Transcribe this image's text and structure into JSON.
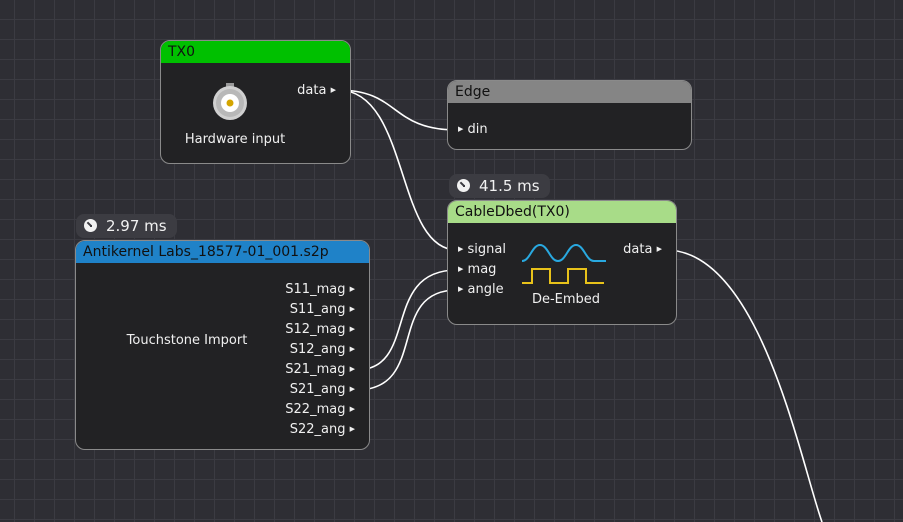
{
  "nodes": {
    "tx0": {
      "title": "TX0",
      "title_color": "#00c000",
      "output": "data",
      "caption": "Hardware input",
      "icon": "bnc-connector-icon"
    },
    "edge": {
      "title": "Edge",
      "title_color": "#858585",
      "input": "din"
    },
    "cabledbed": {
      "title": "CableDbed(TX0)",
      "title_color": "#a8dc88",
      "timer": "41.5 ms",
      "inputs": [
        "signal",
        "mag",
        "angle"
      ],
      "output": "data",
      "caption": "De-Embed",
      "icon": "waveform-icon",
      "icon_colors": [
        "#29a9e0",
        "#e8c21a"
      ]
    },
    "touchstone": {
      "title": "Antikernel Labs_18577-01_001.s2p",
      "title_color": "#1f82c8",
      "timer": "2.97 ms",
      "caption": "Touchstone Import",
      "outputs": [
        "S11_mag",
        "S11_ang",
        "S12_mag",
        "S12_ang",
        "S21_mag",
        "S21_ang",
        "S22_mag",
        "S22_ang"
      ]
    }
  }
}
